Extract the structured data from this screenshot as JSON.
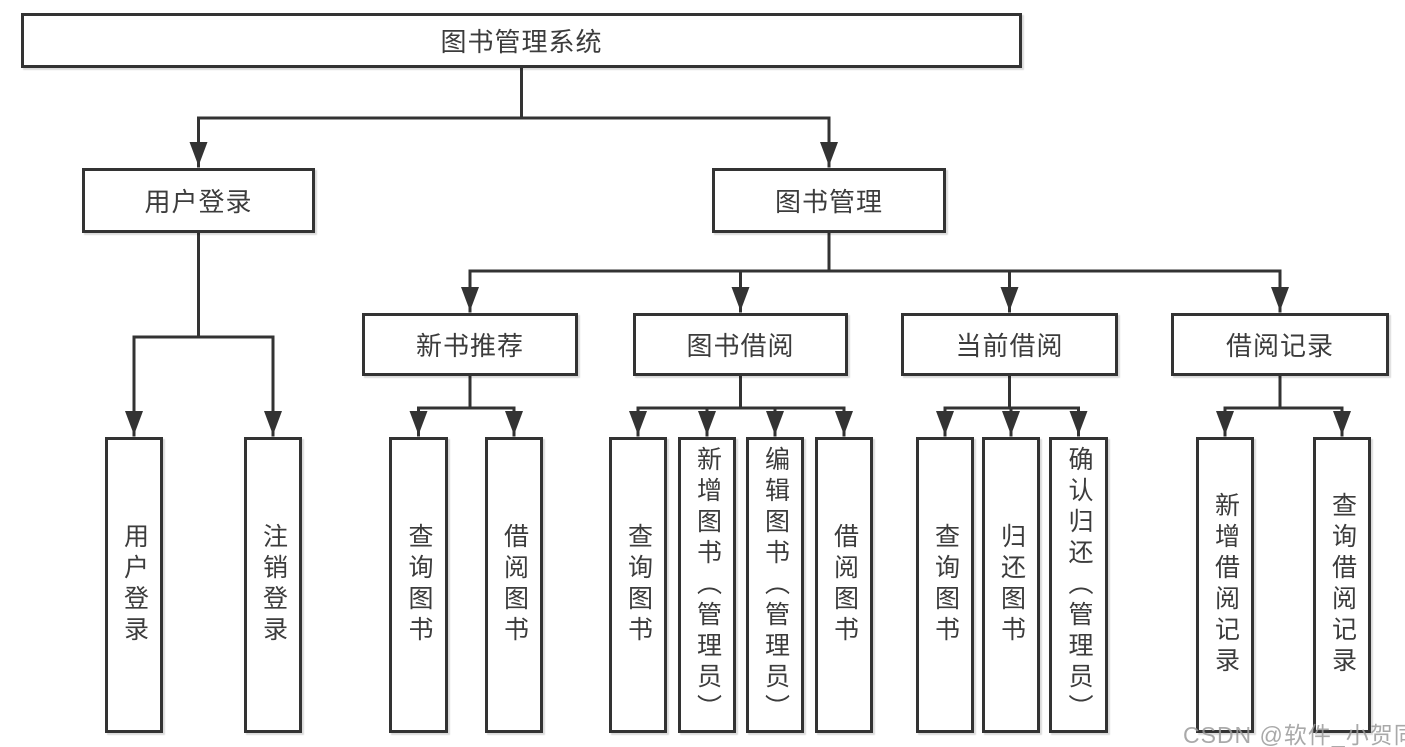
{
  "diagram": {
    "root": {
      "label": "图书管理系统"
    },
    "branches": [
      {
        "label": "用户登录",
        "children": [
          {
            "label": "用户登录"
          },
          {
            "label": "注销登录"
          }
        ]
      },
      {
        "label": "图书管理",
        "children": [
          {
            "label": "新书推荐",
            "children": [
              {
                "label": "查询图书"
              },
              {
                "label": "借阅图书"
              }
            ]
          },
          {
            "label": "图书借阅",
            "children": [
              {
                "label": "查询图书"
              },
              {
                "label": "新增图书（管理员）"
              },
              {
                "label": "编辑图书（管理员）"
              },
              {
                "label": "借阅图书"
              }
            ]
          },
          {
            "label": "当前借阅",
            "children": [
              {
                "label": "查询图书"
              },
              {
                "label": "归还图书"
              },
              {
                "label": "确认归还（管理员）"
              }
            ]
          },
          {
            "label": "借阅记录",
            "children": [
              {
                "label": "新增借阅记录"
              },
              {
                "label": "查询借阅记录"
              }
            ]
          }
        ]
      }
    ]
  },
  "watermark": {
    "text": "CSDN @软件_小贺同学"
  },
  "colors": {
    "line": "#333333",
    "box_border": "#333333",
    "text": "#3c3c3c",
    "watermark": "#9b9b9b",
    "background": "#ffffff"
  }
}
